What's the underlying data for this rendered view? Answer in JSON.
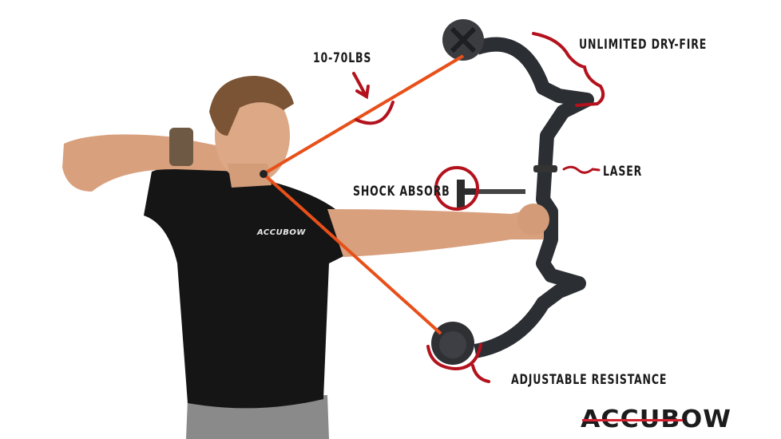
{
  "image": {
    "description": "Man drawing an AccuBow archery training bow with annotated features",
    "background": "#ffffff"
  },
  "annotations": [
    {
      "id": "draw-weight",
      "text": "10-70LBS"
    },
    {
      "id": "dry-fire",
      "text": "UNLIMITED DRY-FIRE"
    },
    {
      "id": "laser",
      "text": "LASER"
    },
    {
      "id": "shock-absorb",
      "text": "SHOCK ABSORB"
    },
    {
      "id": "resistance",
      "text": "ADJUSTABLE RESISTANCE"
    }
  ],
  "brand": {
    "logo_text": "ACCUBOW",
    "shirt_logo_text": "ACCUBOW",
    "accent_color": "#d42232",
    "string_color": "#e8501a",
    "annotation_color": "#b3121d"
  }
}
